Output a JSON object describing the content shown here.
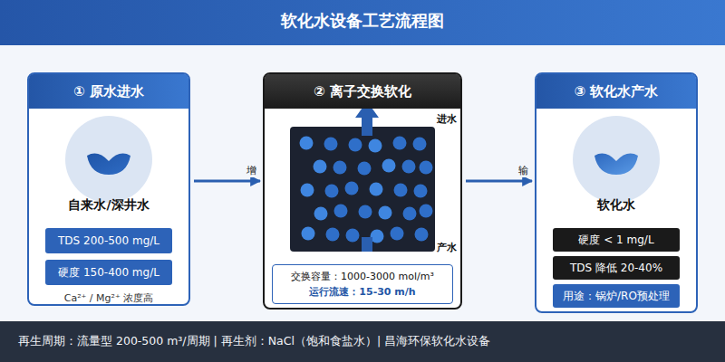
{
  "diagram": {
    "title": "软化水设备工艺流程图",
    "nodes": [
      {
        "text": [
          "① 原水进水",
          "自来水/深井水",
          "Ca²⁺ / Mg²⁺ 浓度高"
        ]
      },
      {
        "text": [
          "TDS 200-500 mg/L"
        ],
        "in": 0
      },
      {
        "text": [
          "硬度 150-400 mg/L"
        ],
        "in": 0
      },
      {
        "text": [
          "② 离子交换软化"
        ]
      },
      {
        "text": [
          "交换容量：1000-3000 mol/m³",
          "运行流速：15-30 m/h"
        ],
        "in": 3
      },
      {
        "text": [
          "③ 软化水产水",
          "软化水"
        ]
      },
      {
        "text": [
          "硬度 < 1 mg/L"
        ],
        "in": 5
      },
      {
        "text": [
          "TDS 降低 20-40%"
        ],
        "in": 5
      },
      {
        "text": [
          "用途：锅炉/RO预处理"
        ],
        "in": 5
      },
      {
        "text": [
          "再生周期：流量型 200-500 m³/周期 | 再生剂：NaCl（饱和食盐水）| 昌海环保软化水设备"
        ]
      }
    ],
    "edges": [
      {
        "from": 0,
        "to": 3,
        "arrow": "to",
        "label": "增"
      },
      {
        "from": 3,
        "to": 5,
        "arrow": "to",
        "label": "输"
      }
    ],
    "labels": [
      "进水",
      "产水"
    ]
  }
}
